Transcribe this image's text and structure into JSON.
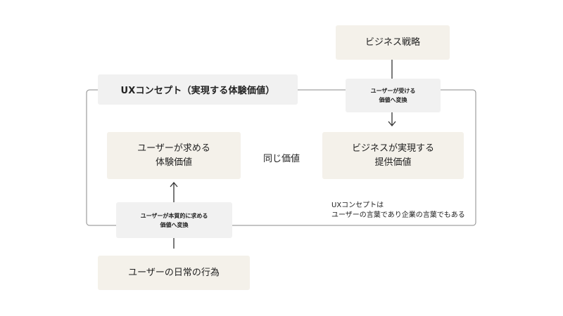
{
  "frame_title": "UXコンセプト（実現する体験価値）",
  "nodes": {
    "business_strategy": "ビジネス戦略",
    "convert_user_perceived": "ユーザーが受ける\n価値へ変換",
    "business_provided_value": "ビジネスが実現する\n提供価値",
    "user_desired_value": "ユーザーが求める\n体験価値",
    "convert_user_essential": "ユーザーが本質的に求める\n価値へ変換",
    "user_daily_behavior": "ユーザーの日常の行為"
  },
  "middle_label": "同じ価値",
  "note": "UXコンセプトは\nユーザーの言葉であり企業の言葉でもある",
  "colors": {
    "beige_box": "#f4f1ea",
    "gray_box": "#f1f1f1",
    "line": "#888888",
    "arrow": "#333333"
  }
}
